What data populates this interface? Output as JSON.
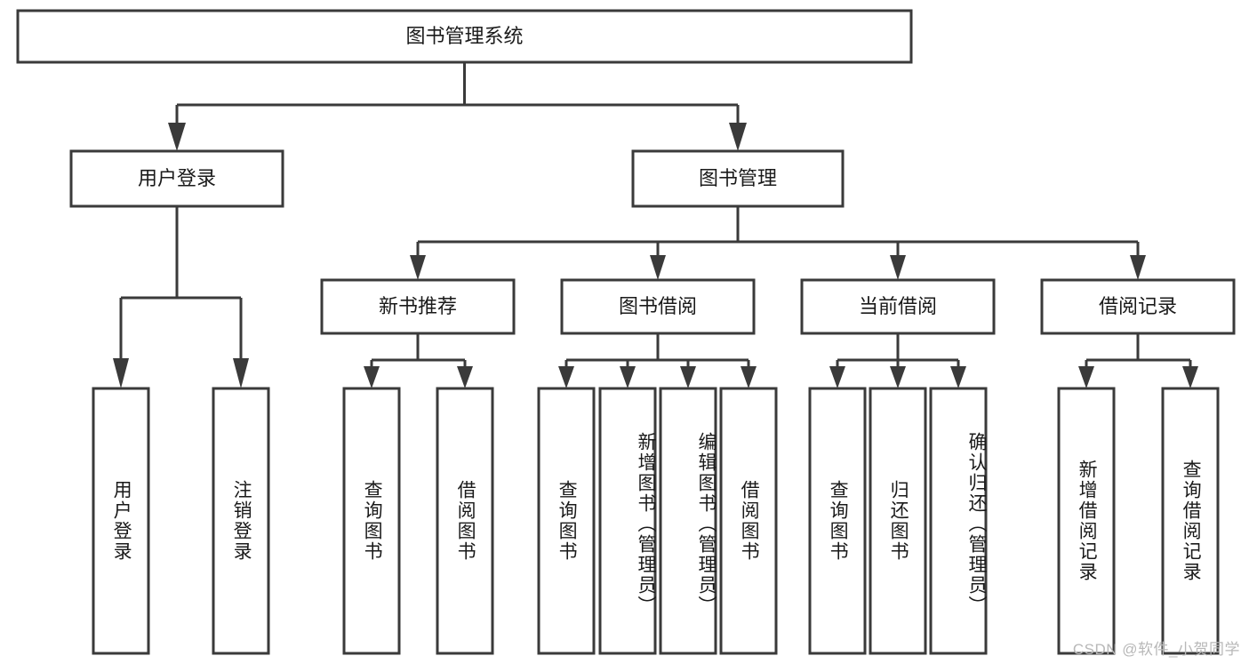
{
  "diagram": {
    "type": "tree-hierarchy",
    "title": "图书管理系统",
    "root": {
      "id": "root",
      "label": "图书管理系统",
      "level": 0
    },
    "level1": [
      {
        "id": "user-login",
        "label": "用户登录"
      },
      {
        "id": "book-management",
        "label": "图书管理"
      }
    ],
    "level2": [
      {
        "id": "new-book-recommend",
        "label": "新书推荐",
        "parent": "book-management"
      },
      {
        "id": "book-borrow",
        "label": "图书借阅",
        "parent": "book-management"
      },
      {
        "id": "current-borrow",
        "label": "当前借阅",
        "parent": "book-management"
      },
      {
        "id": "borrow-record",
        "label": "借阅记录",
        "parent": "book-management"
      }
    ],
    "leaves": {
      "user-login": [
        {
          "id": "leaf-user-login",
          "label": "用户登录"
        },
        {
          "id": "leaf-user-logout",
          "label": "注销登录"
        }
      ],
      "new-book-recommend": [
        {
          "id": "leaf-query-book-1",
          "label": "查询图书"
        },
        {
          "id": "leaf-borrow-book-1",
          "label": "借阅图书"
        }
      ],
      "book-borrow": [
        {
          "id": "leaf-query-book-2",
          "label": "查询图书"
        },
        {
          "id": "leaf-add-book",
          "label": "新增图书（管理员）"
        },
        {
          "id": "leaf-edit-book",
          "label": "编辑图书（管理员）"
        },
        {
          "id": "leaf-borrow-book-2",
          "label": "借阅图书"
        }
      ],
      "current-borrow": [
        {
          "id": "leaf-query-book-3",
          "label": "查询图书"
        },
        {
          "id": "leaf-return-book",
          "label": "归还图书"
        },
        {
          "id": "leaf-confirm-return",
          "label": "确认归还（管理员）"
        }
      ],
      "borrow-record": [
        {
          "id": "leaf-add-borrow-record",
          "label": "新增借阅记录"
        },
        {
          "id": "leaf-query-borrow-record",
          "label": "查询借阅记录"
        }
      ]
    }
  },
  "watermark": {
    "text": "CSDN @软件_小贺同学"
  },
  "colors": {
    "stroke": "#3a3a3a",
    "fill": "#ffffff",
    "text": "#1a1a1a",
    "watermark": "#b8b8b8"
  }
}
